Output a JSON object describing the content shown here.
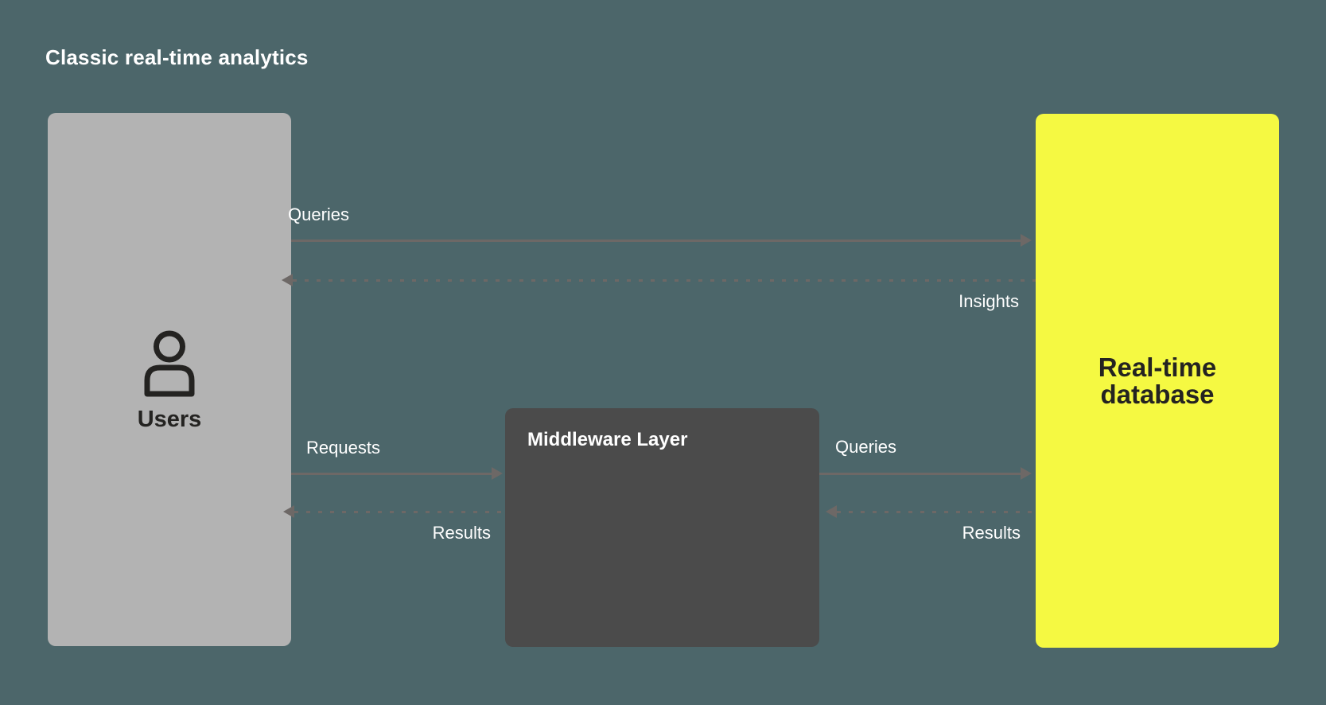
{
  "title": "Classic real-time analytics",
  "nodes": {
    "users": {
      "label": "Users",
      "icon": "user-icon",
      "color": "#b3b3b3"
    },
    "middleware": {
      "label": "Middleware Layer",
      "color": "#4b4b4b"
    },
    "database": {
      "label": "Real-time database",
      "color": "#f5f942"
    }
  },
  "arrows": {
    "queries_top": {
      "label": "Queries",
      "style": "solid",
      "direction": "right",
      "from": "users",
      "to": "database"
    },
    "insights_top": {
      "label": "Insights",
      "style": "dashed",
      "direction": "left",
      "from": "database",
      "to": "users"
    },
    "requests": {
      "label": "Requests",
      "style": "solid",
      "direction": "right",
      "from": "users",
      "to": "middleware"
    },
    "results_left": {
      "label": "Results",
      "style": "dashed",
      "direction": "left",
      "from": "middleware",
      "to": "users"
    },
    "queries_mid": {
      "label": "Queries",
      "style": "solid",
      "direction": "right",
      "from": "middleware",
      "to": "database"
    },
    "results_right": {
      "label": "Results",
      "style": "dashed",
      "direction": "left",
      "from": "database",
      "to": "middleware"
    }
  },
  "colors": {
    "background": "#4c666a",
    "users_box": "#b3b3b3",
    "middleware_box": "#4b4b4b",
    "database_box": "#f5f942",
    "arrow": "#6d6866",
    "label_text": "#ffffff",
    "dark_text": "#242321"
  }
}
